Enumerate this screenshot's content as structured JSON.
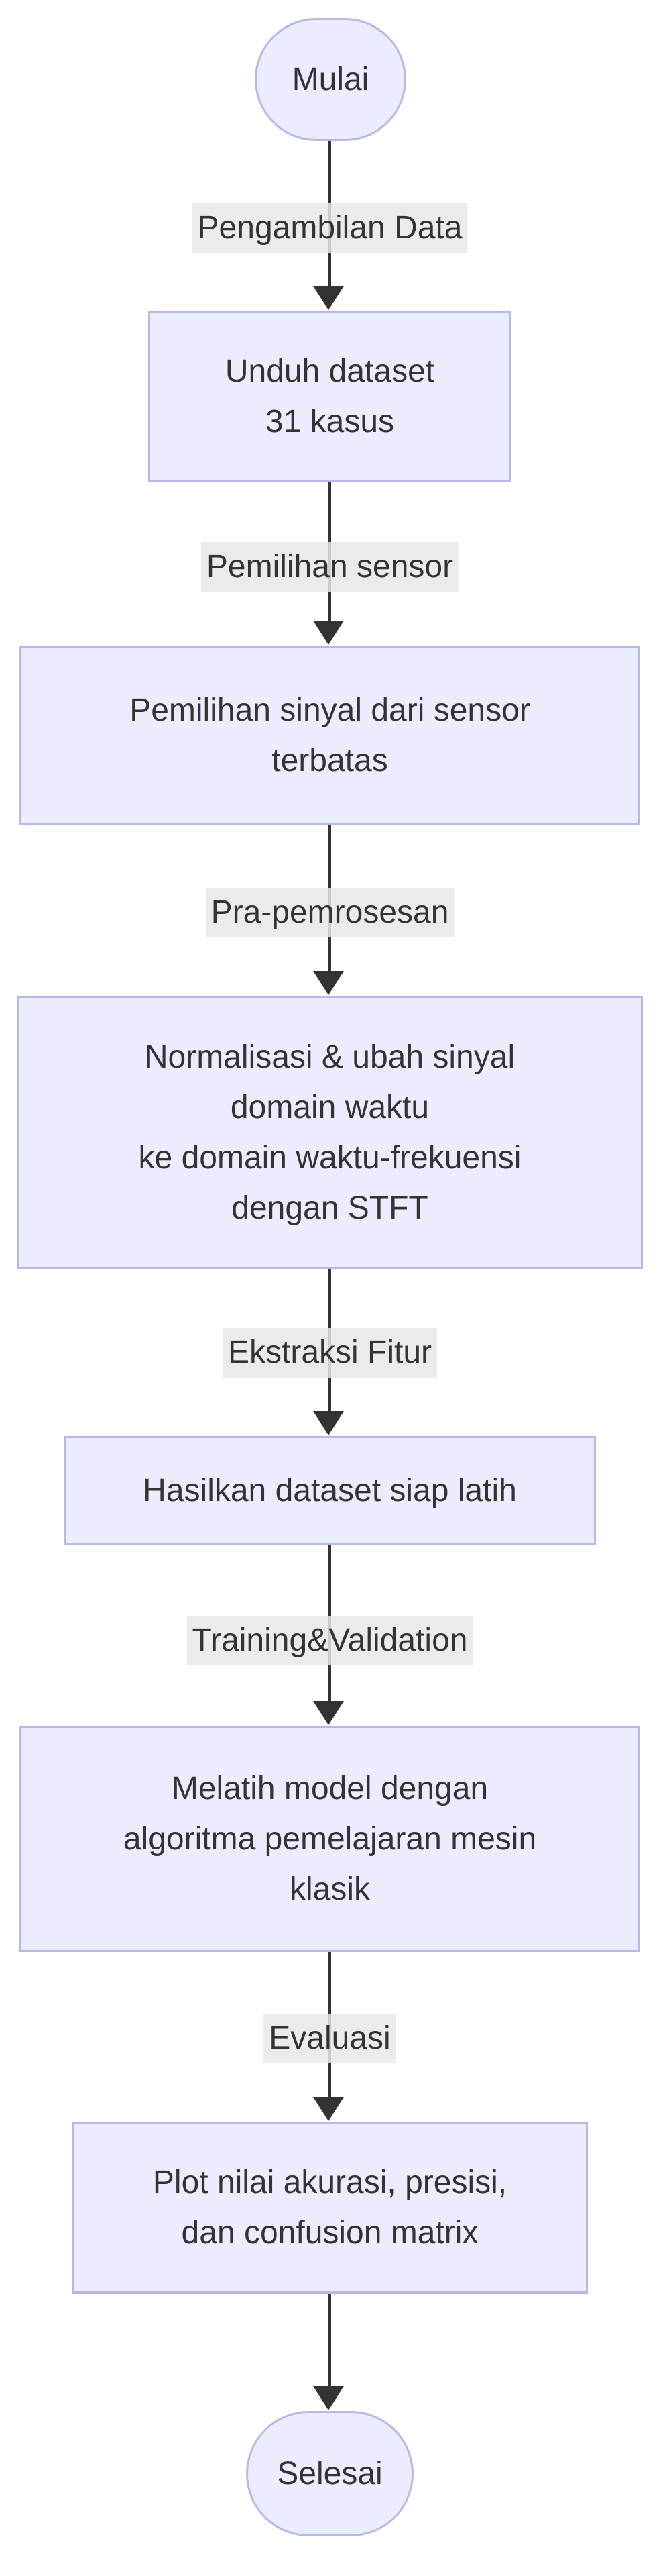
{
  "diagram": {
    "type": "flowchart",
    "direction": "top-down",
    "nodes": [
      {
        "id": "start",
        "shape": "stadium",
        "label": "Mulai"
      },
      {
        "id": "download",
        "shape": "rect",
        "label": "Unduh dataset\n31 kasus"
      },
      {
        "id": "signal",
        "shape": "rect",
        "label": "Pemilihan sinyal dari sensor\nterbatas"
      },
      {
        "id": "normalize",
        "shape": "rect",
        "label": "Normalisasi & ubah sinyal\ndomain waktu\nke domain waktu-frekuensi\ndengan STFT"
      },
      {
        "id": "dataset",
        "shape": "rect",
        "label": "Hasilkan dataset siap latih"
      },
      {
        "id": "train",
        "shape": "rect",
        "label": "Melatih model dengan\nalgoritma pemelajaran mesin\nklasik"
      },
      {
        "id": "plot",
        "shape": "rect",
        "label": "Plot nilai akurasi, presisi,\ndan confusion matrix"
      },
      {
        "id": "end",
        "shape": "stadium",
        "label": "Selesai"
      }
    ],
    "edges": [
      {
        "from": "start",
        "to": "download",
        "label": "Pengambilan Data"
      },
      {
        "from": "download",
        "to": "signal",
        "label": "Pemilihan sensor"
      },
      {
        "from": "signal",
        "to": "normalize",
        "label": "Pra-pemrosesan"
      },
      {
        "from": "normalize",
        "to": "dataset",
        "label": "Ekstraksi Fitur"
      },
      {
        "from": "dataset",
        "to": "train",
        "label": "Training&Validation"
      },
      {
        "from": "train",
        "to": "plot",
        "label": "Evaluasi"
      },
      {
        "from": "plot",
        "to": "end",
        "label": ""
      }
    ]
  },
  "colors": {
    "node_fill": "#ECECFF",
    "node_border": "#b7b7e9",
    "edge_line": "#333333",
    "edge_label_background": "#e8e8e8",
    "text": "#333333",
    "background": "#ffffff"
  }
}
